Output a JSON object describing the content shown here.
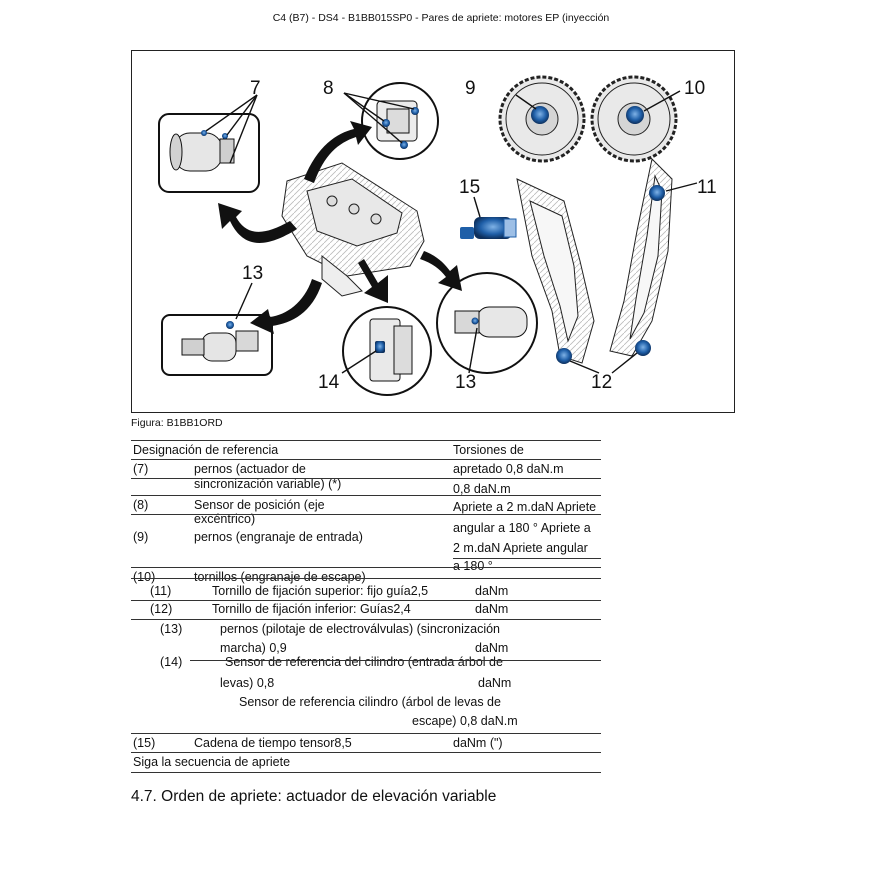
{
  "header": {
    "title": "C4 (B7) - DS4 - B1BB015SP0 - Pares de apriete: motores EP (inyección"
  },
  "figure": {
    "caption": "Figura: B1BB1ORD",
    "callouts": {
      "c7": "7",
      "c8": "8",
      "c9": "9",
      "c10": "10",
      "c11": "11",
      "c12": "12",
      "c13a": "13",
      "c13b": "13",
      "c14": "14",
      "c15": "15"
    },
    "colors": {
      "bolt": "#1f5fa8",
      "line": "#111111"
    }
  },
  "table": {
    "head_left": "Designación de referencia",
    "head_right": "Torsiones de",
    "r7": {
      "num": "(7)",
      "d1": "pernos (actuador de",
      "d2": "sincronización variable) (*)",
      "t1": "apretado 0,8 daN.m",
      "t2": "0,8 daN.m"
    },
    "r8": {
      "num": "(8)",
      "d1": "Sensor de posición (eje",
      "d2": "excéntrico)",
      "t1": "Apriete a 2 m.daN Apriete",
      "t2": "angular a 180 ° Apriete a",
      "t3": "2 m.daN Apriete angular",
      "t4": "a 180 °"
    },
    "r9": {
      "num": "(9)",
      "d1": "pernos (engranaje de entrada)"
    },
    "r10": {
      "num": "(10)",
      "d1": "tornillos (engranaje de escape)"
    },
    "r11": {
      "num": "(11)",
      "d1": "Tornillo de fijación superior: fijo guía2,5",
      "t1": "daNm"
    },
    "r12": {
      "num": "(12)",
      "d1": "Tornillo de fijación inferior: Guías2,4",
      "t1": "daNm"
    },
    "r13": {
      "num": "(13)",
      "d1": "pernos (pilotaje de electroválvulas) (sincronización",
      "d2": "marcha) 0,9",
      "t1": "daNm"
    },
    "r14": {
      "num": "(14)",
      "d1": "Sensor de referencia del cilindro (entrada árbol de",
      "d2": "levas) 0,8",
      "t1": "daNm",
      "d3": "Sensor de referencia cilindro (árbol de levas de",
      "d4": "escape) 0,8 daN.m"
    },
    "r15": {
      "num": "(15)",
      "d1": "Cadena de tiempo tensor8,5",
      "t1": "daNm (\")"
    },
    "footer": "Siga la secuencia de apriete"
  },
  "section_title": "4.7. Orden de apriete: actuador de elevación variable"
}
